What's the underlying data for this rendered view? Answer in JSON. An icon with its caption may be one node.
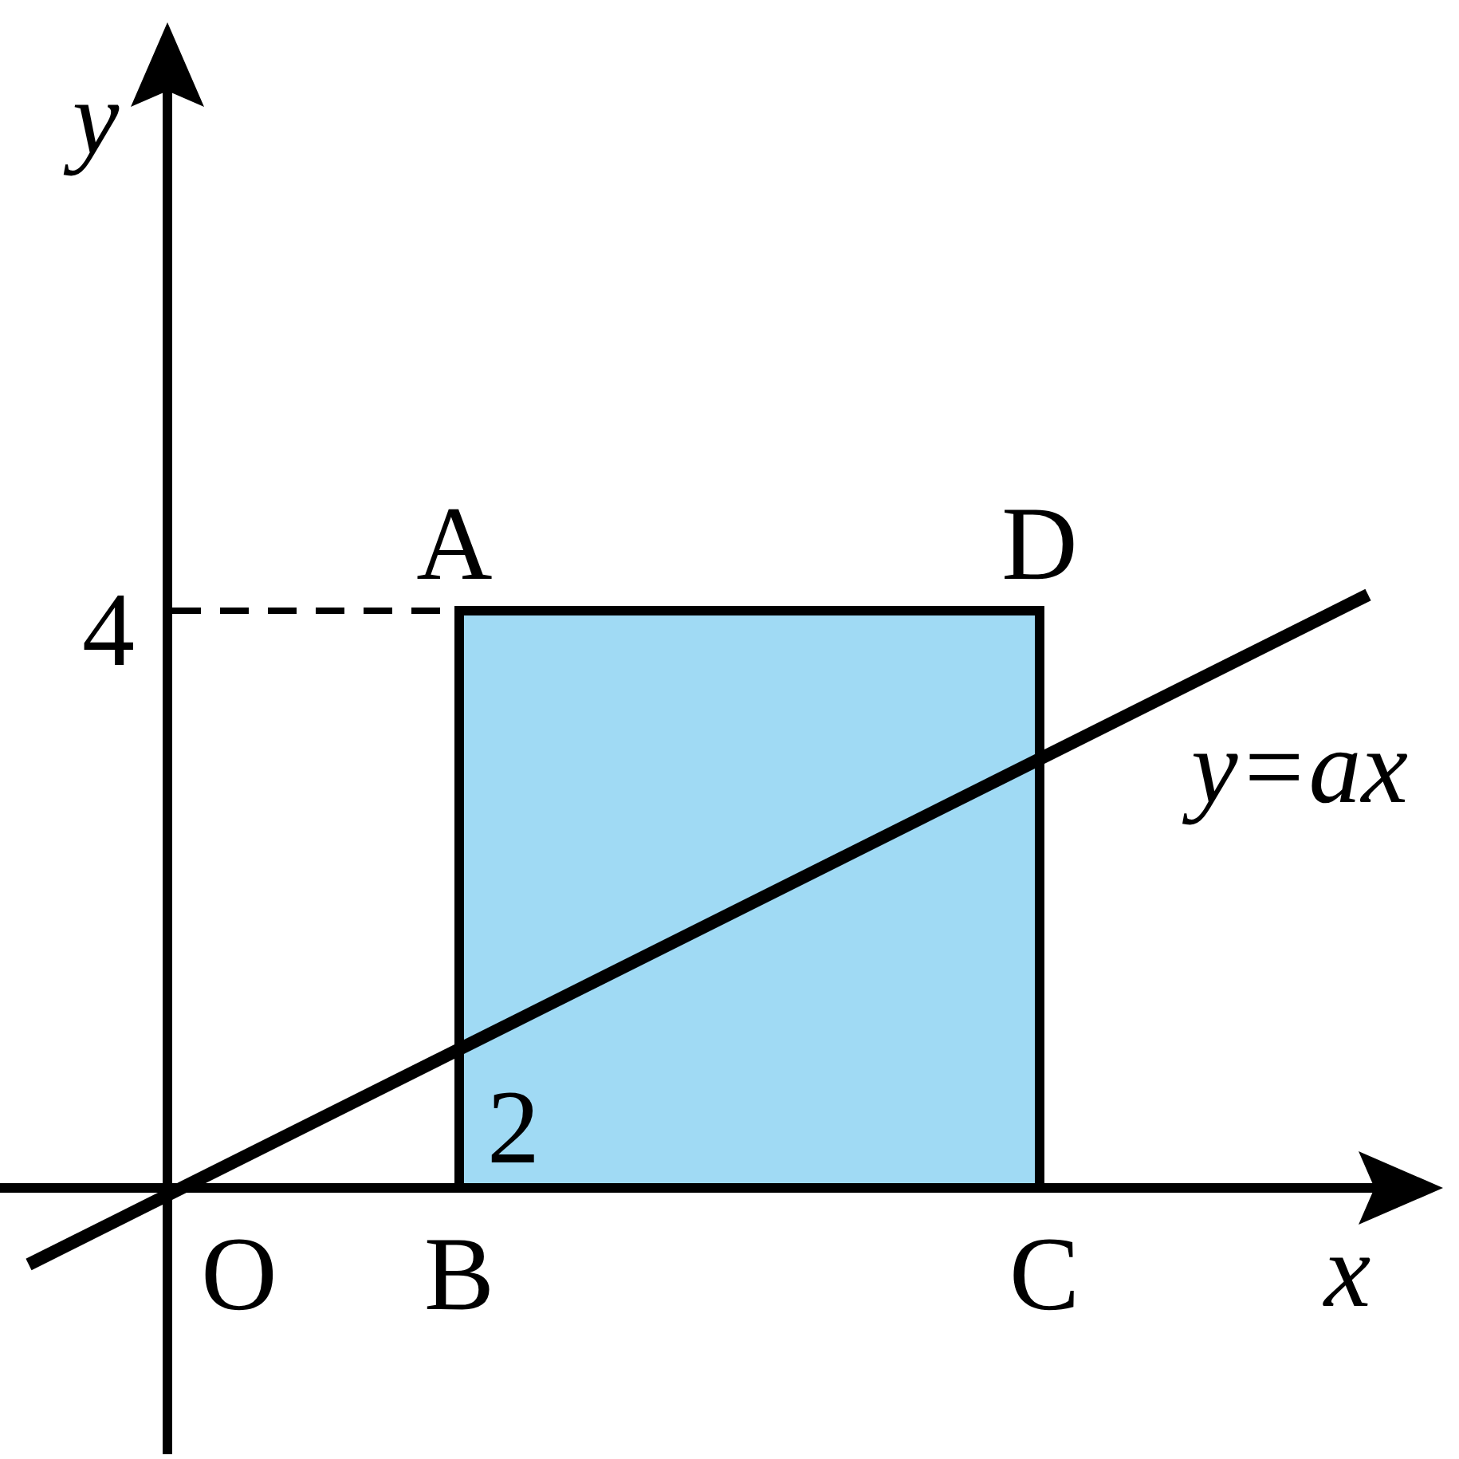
{
  "diagram": {
    "labels": [
      "y",
      "A",
      "D",
      "4",
      "y=ax",
      "2",
      "O",
      "B",
      "C",
      "x"
    ]
  }
}
